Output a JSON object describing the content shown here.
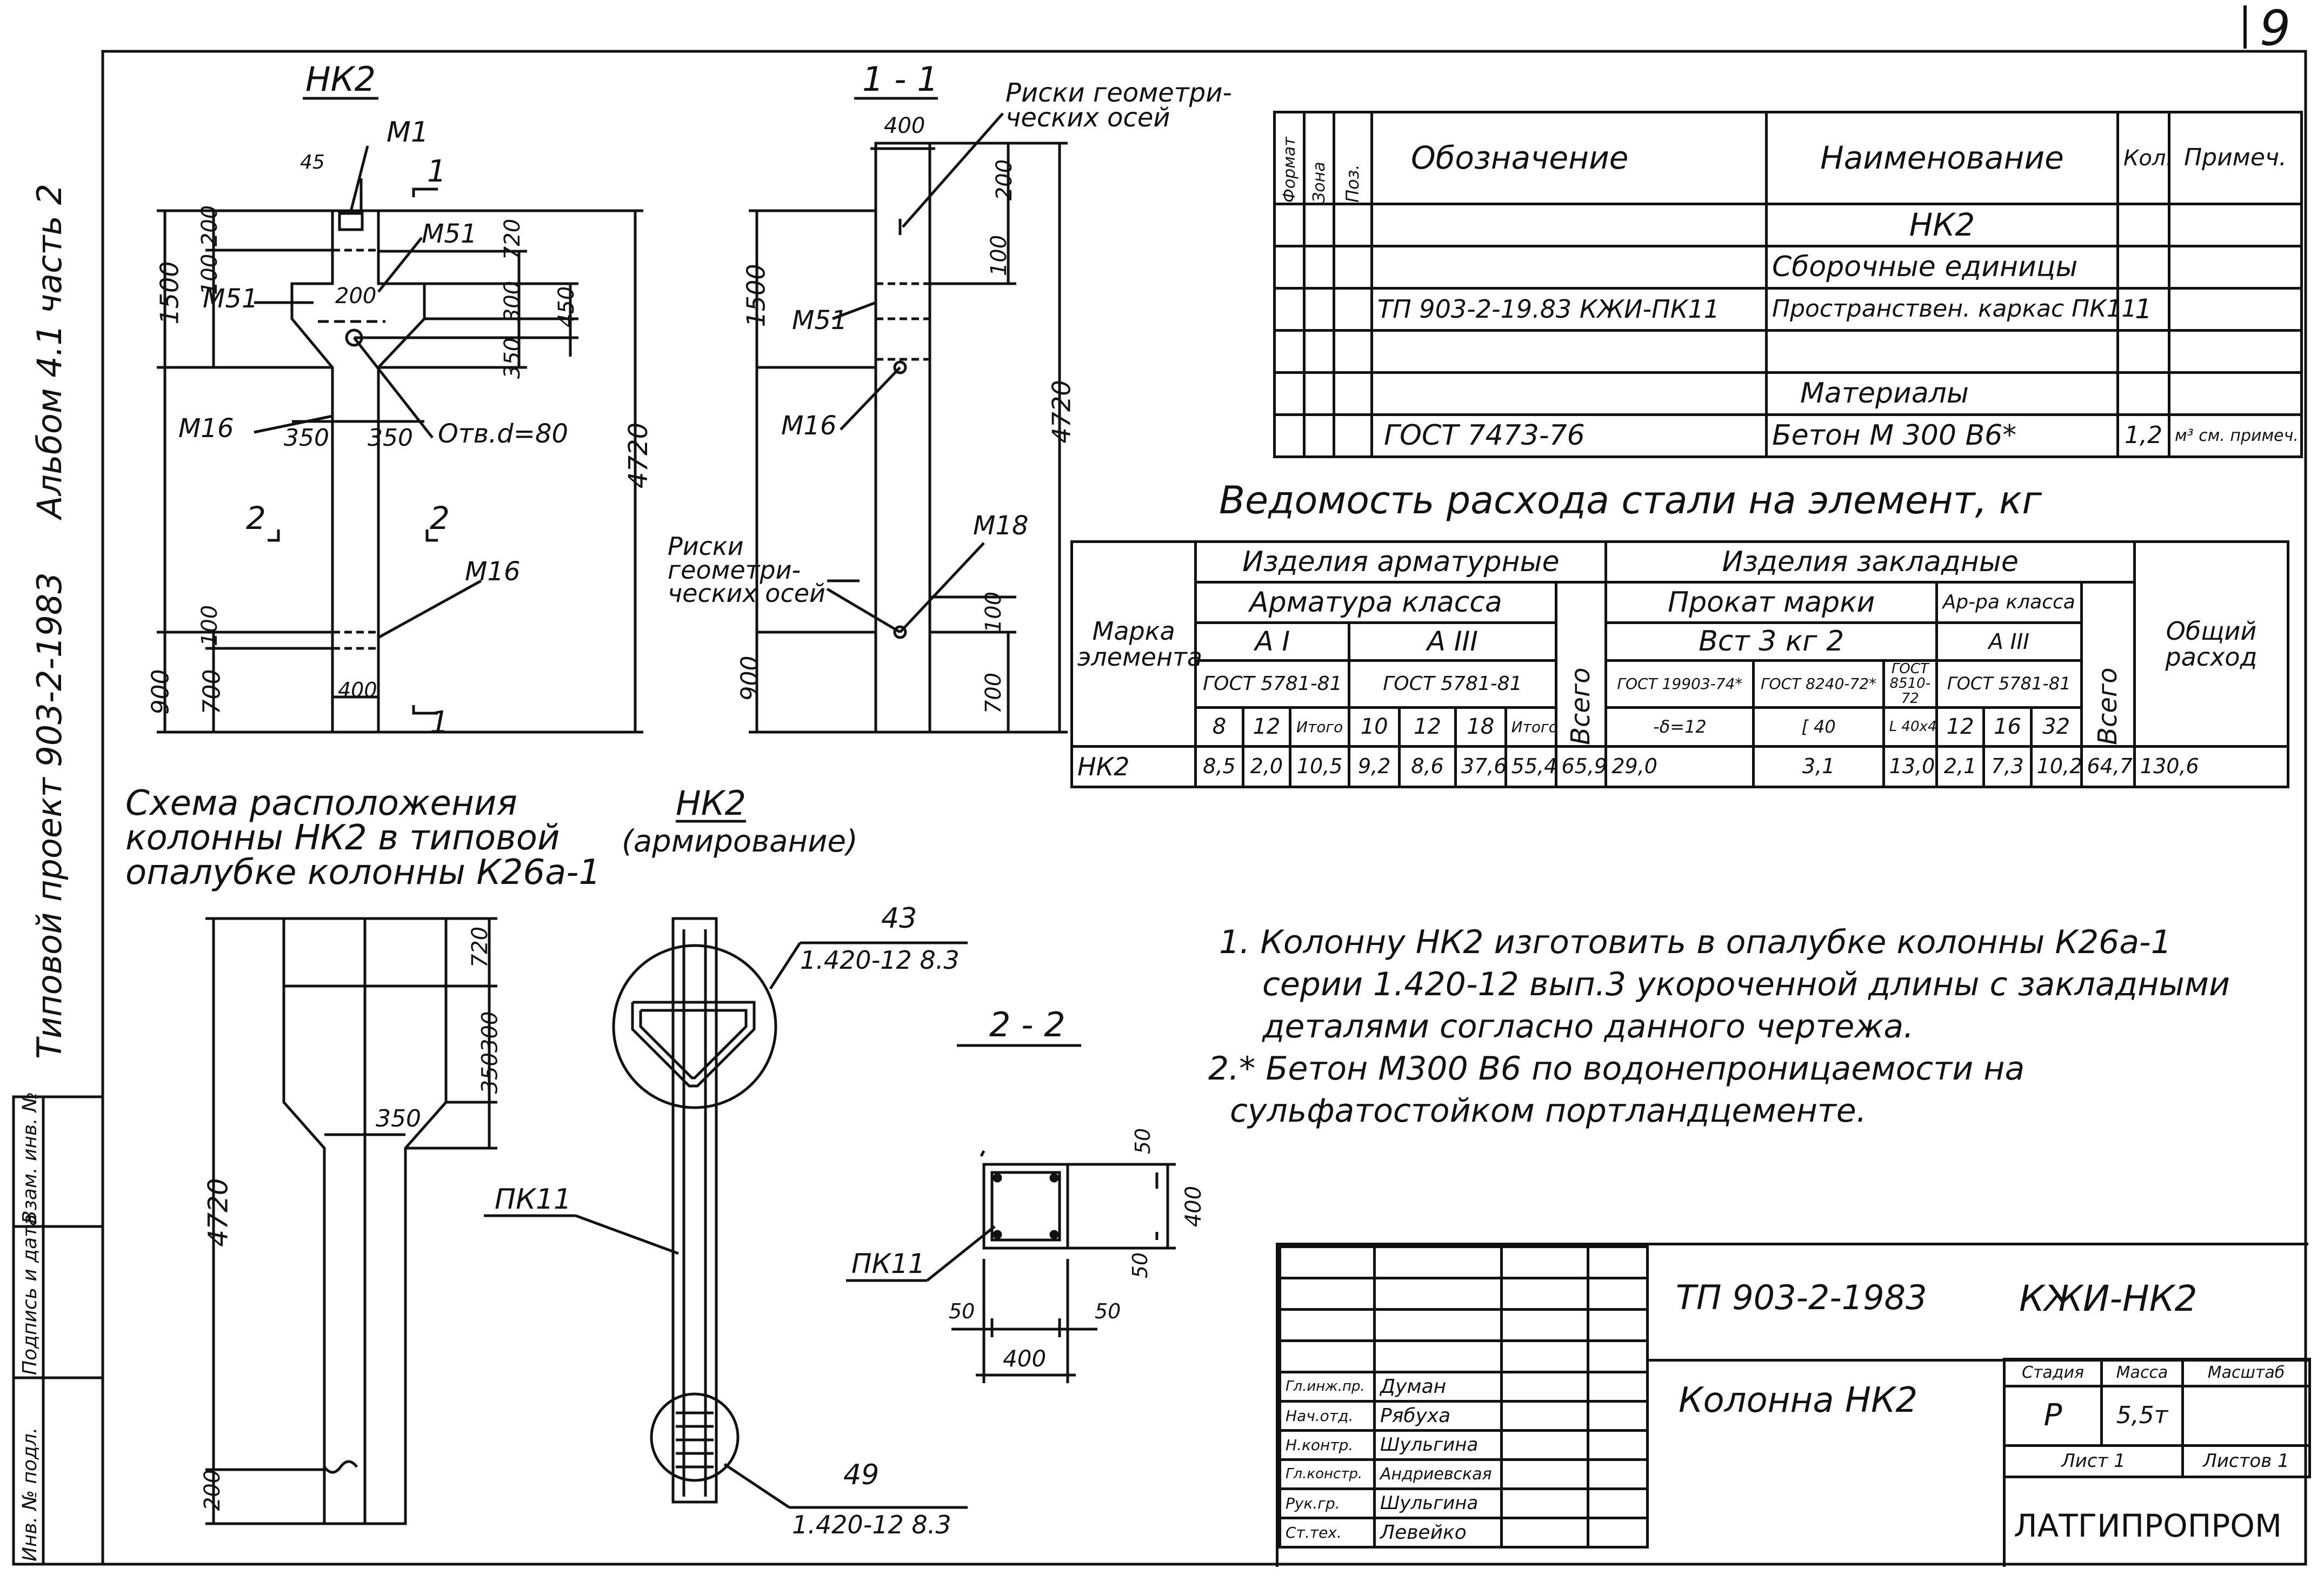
{
  "sheet": {
    "number": "9"
  },
  "side_strip": {
    "project": "Типовой проект 903-2-1983",
    "album": "Альбом 4.1 часть 2",
    "stamp_cells": [
      "Инв. № подл.",
      "Подпись и дата",
      "Взам. инв. №"
    ]
  },
  "views": {
    "nk2_title": "НК2",
    "section_1_1_title": "1 - 1",
    "scheme_title": "Схема расположения колонны НК2 в типовой опалубке колонны К26а-1",
    "arm_title": "НК2",
    "arm_subtitle": "(армирование)",
    "section_2_2_title": "2 - 2"
  },
  "labels": {
    "m1": "М1",
    "m51": "М51",
    "m16": "М16",
    "hole": "Отв.d=80",
    "cut1": "1",
    "cut2": "2",
    "risks_geom": "Риски геометри-ческих осей",
    "risks_geom2": "Риски геометри-ческих осей",
    "m18": "М18",
    "pk11": "ПК11",
    "callout43": "43",
    "callout43_ref": "1.420-12 8.3",
    "callout49": "49",
    "callout49_ref": "1.420-12 8.3"
  },
  "dims": {
    "d45": "45",
    "d200": "200",
    "d100": "100",
    "d1500": "1500",
    "d720": "720",
    "d300": "300",
    "d450": "450",
    "d350": "350",
    "d4720": "4720",
    "d700": "700",
    "d900": "900",
    "d400": "400",
    "d50": "50",
    "d350300": "350300"
  },
  "spec": {
    "headers": {
      "format": "Формат",
      "zone": "Зона",
      "pos": "Поз.",
      "designation": "Обозначение",
      "name": "Наименование",
      "qty": "Кол.",
      "note": "Примеч."
    },
    "rows": [
      {
        "designation": "",
        "name": "НК2",
        "qty": "",
        "note": ""
      },
      {
        "designation": "",
        "name": "Сборочные единицы",
        "qty": "",
        "note": ""
      },
      {
        "designation": "ТП 903-2-19.83   КЖИ-ПК11",
        "name": "Пространствен. каркас   ПК11",
        "qty": "1",
        "note": ""
      },
      {
        "designation": "",
        "name": "",
        "qty": "",
        "note": ""
      },
      {
        "designation": "",
        "name": "Материалы",
        "qty": "",
        "note": ""
      },
      {
        "designation": "ГОСТ 7473-76",
        "name": "Бетон М 300 В6*",
        "qty": "1,2",
        "note": "м³ см. примеч."
      }
    ]
  },
  "steel": {
    "title": "Ведомость расхода стали на элемент, кг",
    "mark_header": "Марка элемента",
    "rebar_group": "Изделия арматурные",
    "rebar_class": "Арматура класса",
    "a1": "А I",
    "a3": "А III",
    "gost_a1": "ГОСТ 5781-81",
    "gost_a3": "ГОСТ 5781-81",
    "total": "Всего",
    "emb_group": "Изделия закладные",
    "rolled": "Прокат марки",
    "bst": "Вст 3 кг 2",
    "gost_e1": "ГОСТ 19903-74*",
    "gost_e2": "ГОСТ 8240-72*",
    "gost_e3": "ГОСТ 8510-72",
    "sub_e1": "-δ=12",
    "sub_e2": "[ 40",
    "sub_e3": "L 40х4",
    "apra": "Ар-ра класса",
    "a3e": "А III",
    "gost_e4": "ГОСТ 5781-81",
    "overall": "Общий расход",
    "sizes": [
      "8",
      "12",
      "Итого",
      "10",
      "12",
      "18",
      "Итого",
      "",
      "",
      "",
      "12",
      "16",
      "32"
    ],
    "row": {
      "mark": "НК2",
      "values": [
        "8,5",
        "2,0",
        "10,5",
        "9,2",
        "8,6",
        "37,6",
        "55,4",
        "65,9",
        "29,0",
        "3,1",
        "13,0",
        "2,1",
        "7,3",
        "10,2",
        "64,7",
        "130,6"
      ]
    }
  },
  "notes": [
    "1. Колонну НК2 изготовить в опалубке колонны К26а-1",
    "серии 1.420-12 вып.3 укороченной длины с закладными",
    "деталями согласно данного чертежа.",
    "2.* Бетон М300 В6 по водонепроницаемости на",
    "сульфатостойком портландцементе."
  ],
  "title_block": {
    "project": "ТП 903-2-1983",
    "code": "КЖИ-НК2",
    "drawing_name": "Колонна НК2",
    "stage_label": "Стадия",
    "mass_label": "Масса",
    "scale_label": "Масштаб",
    "stage": "Р",
    "mass": "5,5т",
    "scale": "",
    "sheet_label": "Лист 1",
    "sheets_label": "Листов 1",
    "org": "ЛАТГИПРОПРОМ",
    "signatures": [
      {
        "role": "Гл.инж.пр.",
        "name": "Думан"
      },
      {
        "role": "Нач.отд.",
        "name": "Рябуха"
      },
      {
        "role": "Н.контр.",
        "name": "Шульгина"
      },
      {
        "role": "Гл.констр.",
        "name": "Андриевская"
      },
      {
        "role": "Рук.гр.",
        "name": "Шульгина"
      },
      {
        "role": "Ст.тех.",
        "name": "Левейко"
      }
    ]
  }
}
